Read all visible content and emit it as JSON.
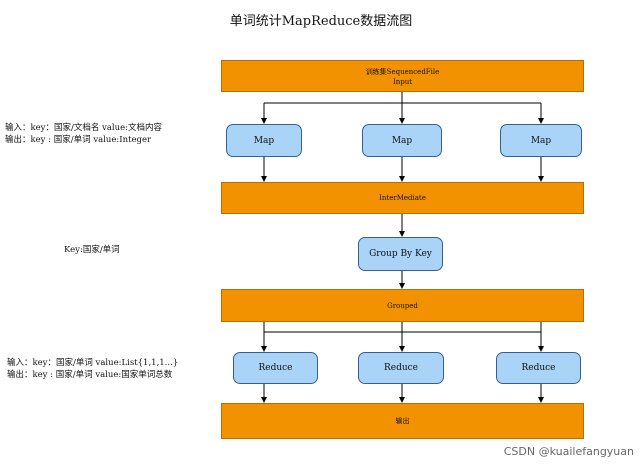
{
  "title": "单词统计MapReduce数据流图",
  "bars": {
    "input_line1": "训练集SequencedFile",
    "input_line2": "Input",
    "intermediate": "InterMediate",
    "grouped": "Grouped",
    "output": "输出"
  },
  "nodes": {
    "map": "Map",
    "group_by_key": "Group By Key",
    "reduce": "Reduce"
  },
  "notes": {
    "map_input": "输入：key：国家/文档名 value:文档内容",
    "map_output": "输出：key : 国家/单词 value:Integer",
    "group_key": "Key:国家/单词",
    "reduce_input": "输入：key：国家/单词 value:List{1,1,1...}",
    "reduce_output": "输出：key : 国家/单词 value:国家单词总数"
  },
  "watermark": "CSDN @kuailefangyuan"
}
